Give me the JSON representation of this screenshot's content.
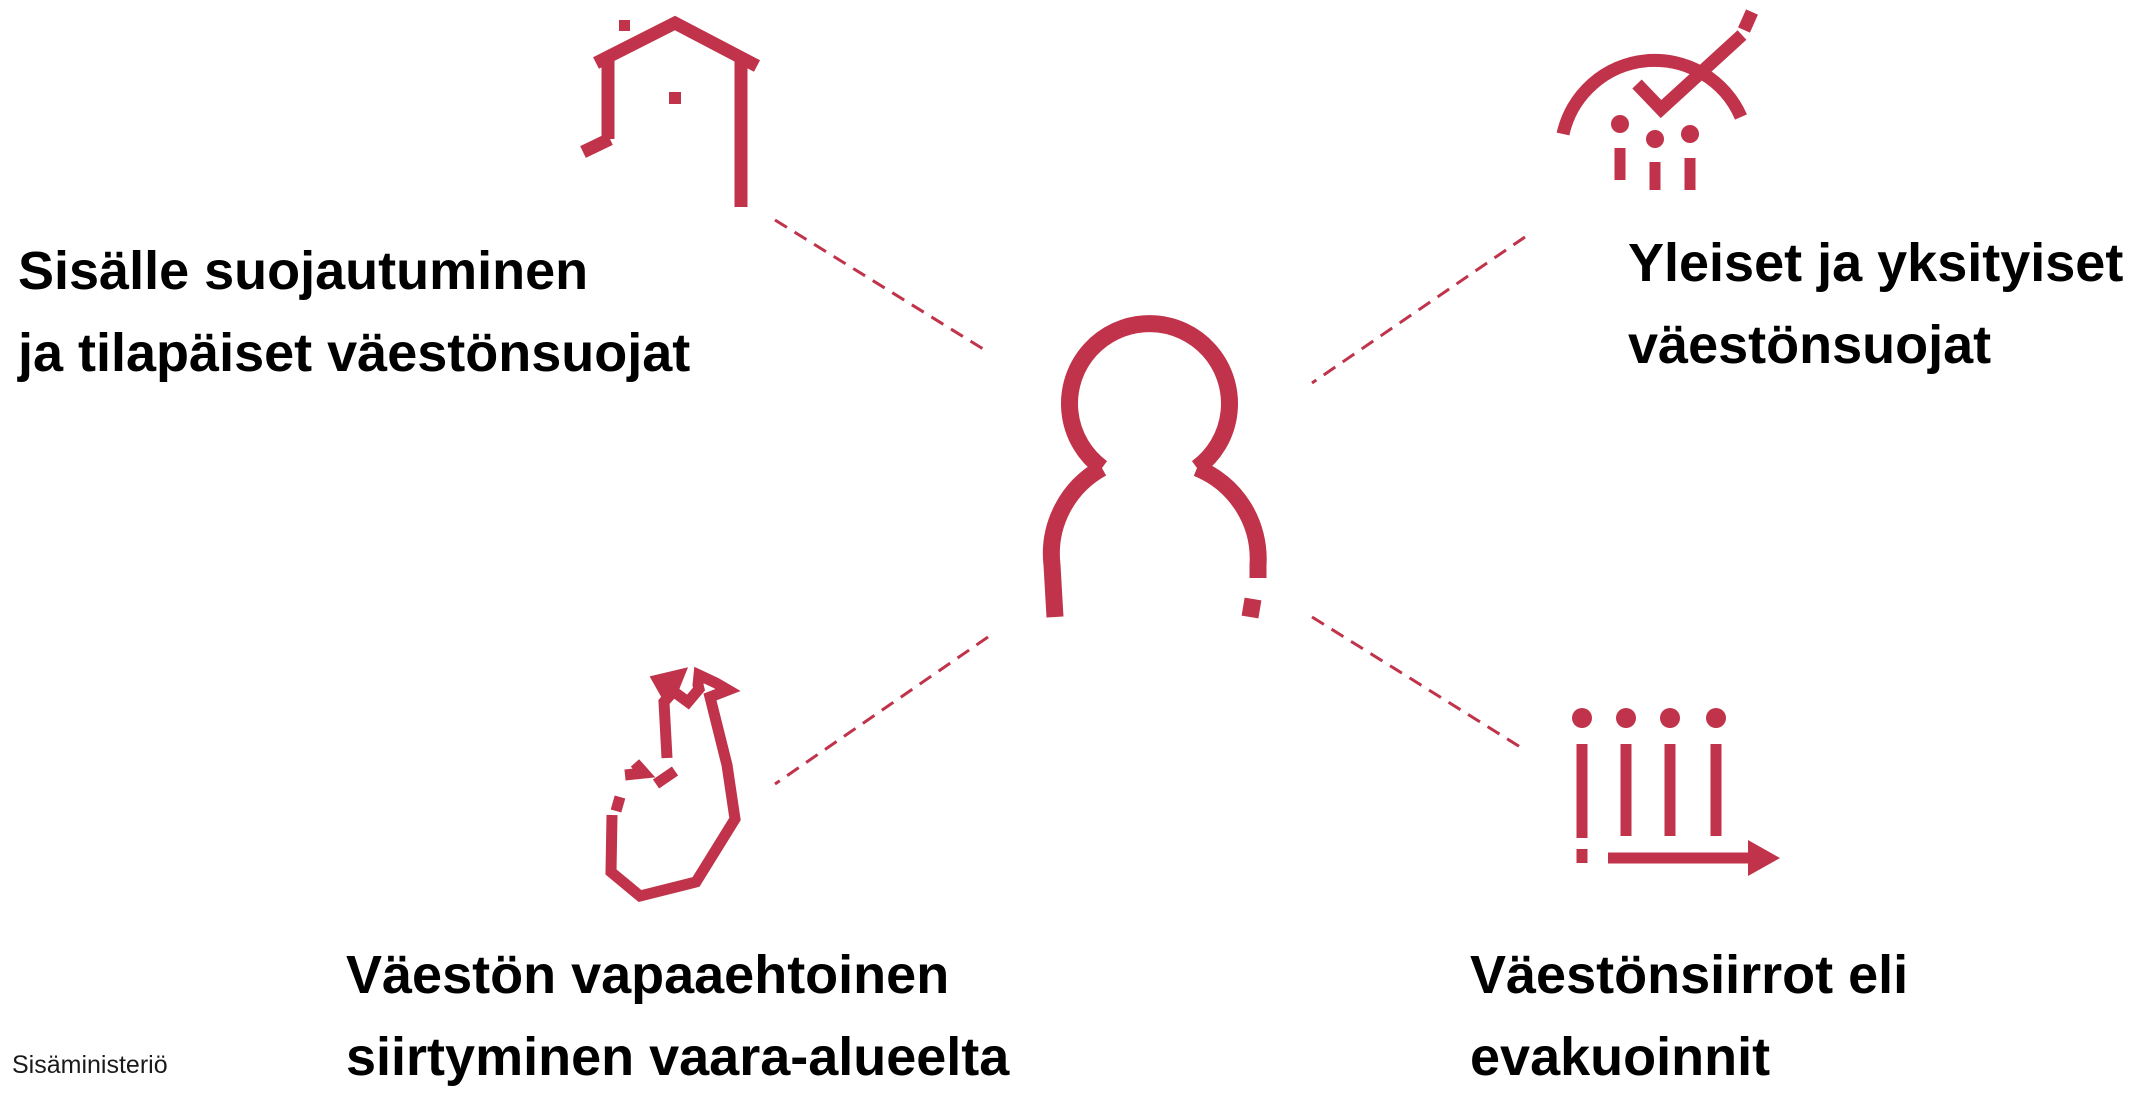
{
  "colors": {
    "accent": "#c0334a",
    "text": "#000000"
  },
  "center": {
    "icon": "person-icon"
  },
  "items": [
    {
      "icon": "house-icon",
      "lines": [
        "Sisälle suojautuminen",
        "ja tilapäiset väestönsuojat"
      ]
    },
    {
      "icon": "shelter-check-icon",
      "lines": [
        "Yleiset ja yksityiset",
        "väestönsuojat"
      ]
    },
    {
      "icon": "finland-map-icon",
      "lines": [
        "Väestön vapaaehtoinen",
        "siirtyminen vaara-alueelta"
      ]
    },
    {
      "icon": "evacuation-arrow-icon",
      "lines": [
        "Väestönsiirrot eli",
        "evakuoinnit"
      ]
    }
  ],
  "footer": {
    "organization": "Sisäministeriö"
  }
}
